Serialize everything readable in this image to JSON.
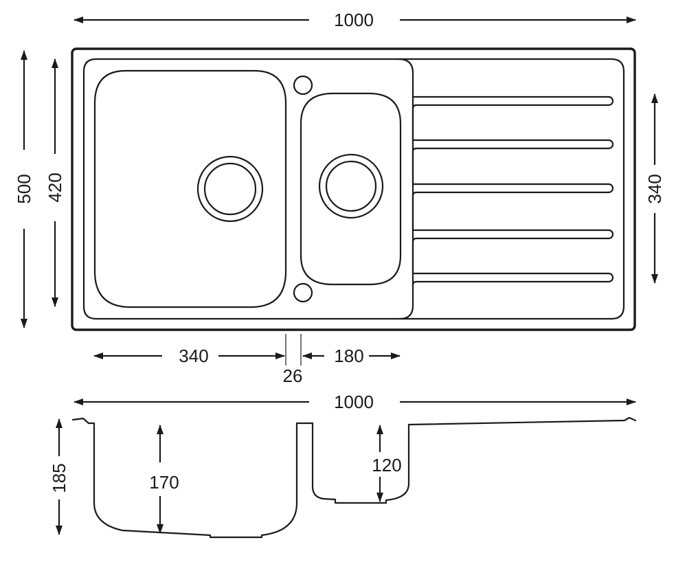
{
  "top_view": {
    "overall_width": "1000",
    "overall_depth": "500",
    "inner_depth": "420",
    "drainer_width": "340",
    "main_bowl_width": "340",
    "divider_width": "26",
    "small_bowl_width": "180",
    "drainer_grooves": 5
  },
  "side_view": {
    "overall_width": "1000",
    "total_height": "185",
    "main_bowl_depth": "170",
    "small_bowl_depth": "120"
  }
}
